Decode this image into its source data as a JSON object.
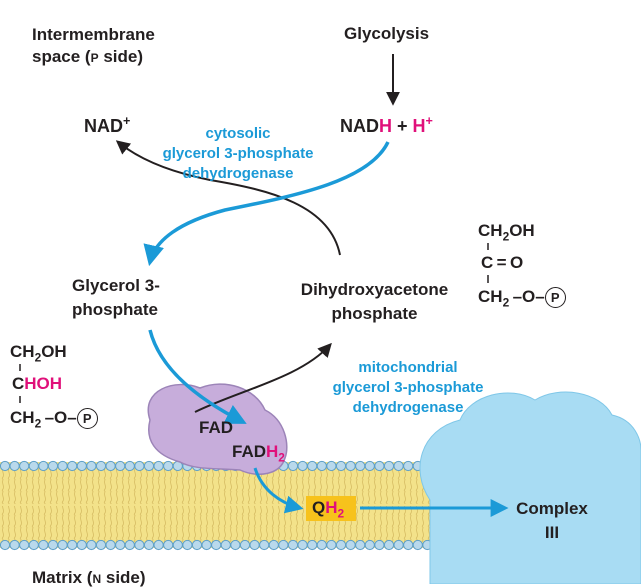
{
  "colors": {
    "arrow_blue": "#1b9ad7",
    "highlight_magenta": "#e0107a",
    "membrane": "#f3e28a",
    "enzyme": "#c7addb",
    "complex": "#a8dcf3",
    "qh2_box": "#f7c21c"
  },
  "labels": {
    "intermembrane_line1": "Intermembrane",
    "intermembrane_line2_pre": "space (",
    "intermembrane_p": "P",
    "intermembrane_line2_post": " side)",
    "glycolysis": "Glycolysis",
    "nad_plus": "NAD",
    "nad_plus_sup": "+",
    "nadh_nad": "NAD",
    "nadh_h": "H",
    "nadh_plus": " + ",
    "nadh_hplus": "H",
    "nadh_hplus_sup": "+",
    "cytosolic_enzyme_1": "cytosolic",
    "cytosolic_enzyme_2": "glycerol 3-phosphate",
    "cytosolic_enzyme_3": "dehydrogenase",
    "glycerol3p_1": "Glycerol 3-",
    "glycerol3p_2": "phosphate",
    "dhap_1": "Dihydroxyacetone",
    "dhap_2": "phosphate",
    "mito_enzyme_1": "mitochondrial",
    "mito_enzyme_2": "glycerol 3-phosphate",
    "mito_enzyme_3": "dehydrogenase",
    "fad": "FAD",
    "fadh2_fad": "FAD",
    "fadh2_h": "H",
    "fadh2_sub": "2",
    "qh2_q": "Q",
    "qh2_h": "H",
    "qh2_sub": "2",
    "complex_1": "Complex",
    "complex_2": "III",
    "matrix_pre": "Matrix (",
    "matrix_n": "N",
    "matrix_post": " side)"
  },
  "structures": {
    "dhap_struct": {
      "row1_a": "CH",
      "row1_sub": "2",
      "row1_b": "OH",
      "row2": "C = O",
      "row3_a": "CH",
      "row3_sub": "2",
      "row3_b": " –O–",
      "row3_p": "P"
    },
    "g3p_struct": {
      "row1_a": "CH",
      "row1_sub": "2",
      "row1_b": "OH",
      "row2_c": "C",
      "row2_hoh": "HOH",
      "row3_a": "CH",
      "row3_sub": "2",
      "row3_b": " –O–",
      "row3_p": "P"
    }
  }
}
